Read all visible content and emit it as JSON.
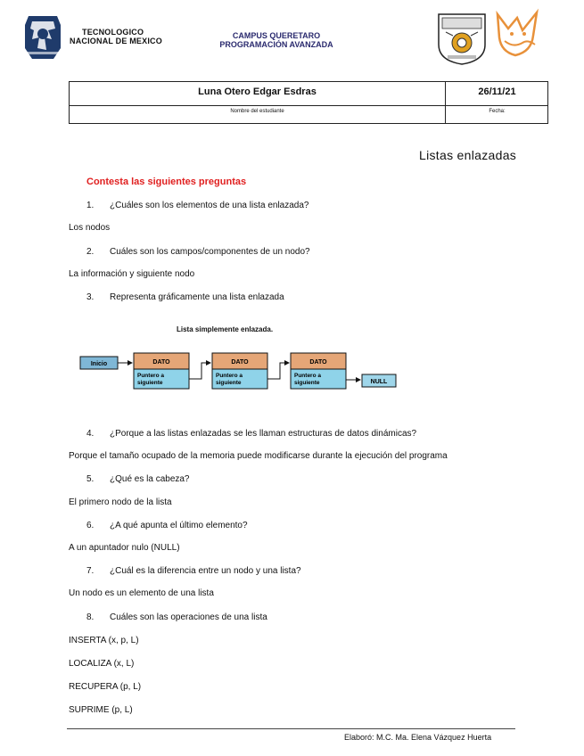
{
  "header": {
    "institution_line1": "TECNOLOGICO",
    "institution_line2": "NACIONAL DE MEXICO",
    "campus": "CAMPUS QUERETARO",
    "course": "PROGRAMACIÓN AVANZADA"
  },
  "student_info": {
    "name": "Luna Otero Edgar Esdras",
    "name_label": "Nombre del estudiante",
    "date": "26/11/21",
    "date_label": "Fecha:"
  },
  "title": "Listas enlazadas",
  "instruction": "Contesta las siguientes preguntas",
  "questions": [
    {
      "num": "1.",
      "text": "¿Cuáles son los elementos de una lista enlazada?",
      "answer": "Los nodos"
    },
    {
      "num": "2.",
      "text": "Cuáles son los campos/componentes de un nodo?",
      "answer": "La información y siguiente nodo"
    },
    {
      "num": "3.",
      "text": "Representa gráficamente una lista enlazada",
      "answer": ""
    },
    {
      "num": "4.",
      "text": "¿Porque a las listas enlazadas se les llaman estructuras de datos dinámicas?",
      "answer": "Porque el tamaño ocupado de la memoria puede modificarse durante la ejecución del programa"
    },
    {
      "num": "5.",
      "text": "¿Qué es la cabeza?",
      "answer": "El primero nodo de la lista"
    },
    {
      "num": "6.",
      "text": "¿A qué apunta el último elemento?",
      "answer": "A un apuntador nulo (NULL)"
    },
    {
      "num": "7.",
      "text": "¿Cuál es la diferencia entre un nodo y una lista?",
      "answer": "Un nodo es un elemento de una lista"
    },
    {
      "num": "8.",
      "text": "Cuáles son las operaciones de una lista",
      "answer": ""
    }
  ],
  "operations": [
    "INSERTA (x, p, L)",
    "LOCALIZA (x, L)",
    "RECUPERA (p, L)",
    "SUPRIME (p, L)"
  ],
  "diagram": {
    "title": "Lista simplemente enlazada.",
    "start_label": "Inicio",
    "data_label": "DATO",
    "pointer_label_line1": "Puntero a",
    "pointer_label_line2": "siguiente",
    "null_label": "NULL",
    "colors": {
      "data": "#e5a677",
      "pointer": "#8fd3e9",
      "start": "#7fb7d6",
      "null": "#9fd6ea",
      "arrow": "#111111"
    }
  },
  "footer": "Elaboró: M.C. Ma. Elena Vázquez Huerta"
}
